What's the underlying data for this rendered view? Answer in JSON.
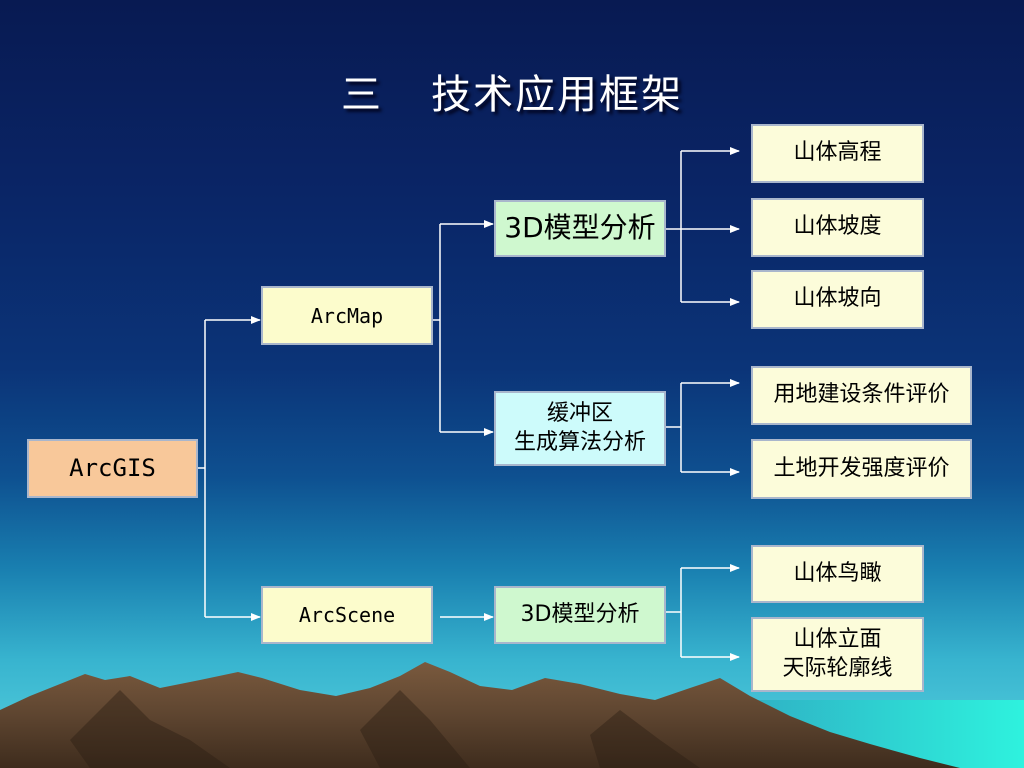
{
  "title": {
    "number": "三",
    "text": "技术应用框架"
  },
  "nodes": {
    "root": "ArcGIS",
    "arcmap": "ArcMap",
    "arcscene": "ArcScene",
    "analysis_3d_map": "3D模型分析",
    "buffer": {
      "line1": "缓冲区",
      "line2": "生成算法分析"
    },
    "analysis_3d_scene": "3D模型分析",
    "leaves": {
      "elevation": "山体高程",
      "slope": "山体坡度",
      "aspect": "山体坡向",
      "land_construction": "用地建设条件评价",
      "land_intensity": "土地开发强度评价",
      "birdseye": "山体鸟瞰",
      "elevation_view": {
        "line1": "山体立面",
        "line2": "天际轮廓线"
      }
    }
  },
  "colors": {
    "root_fill": "#f8c89a",
    "app_fill": "#fcfccc",
    "analysis_green_fill": "#cff8cf",
    "analysis_cyan_fill": "#cdfbfb",
    "leaf_fill": "#fcfcda",
    "connector": "#ffffff",
    "title": "#ffffff"
  }
}
